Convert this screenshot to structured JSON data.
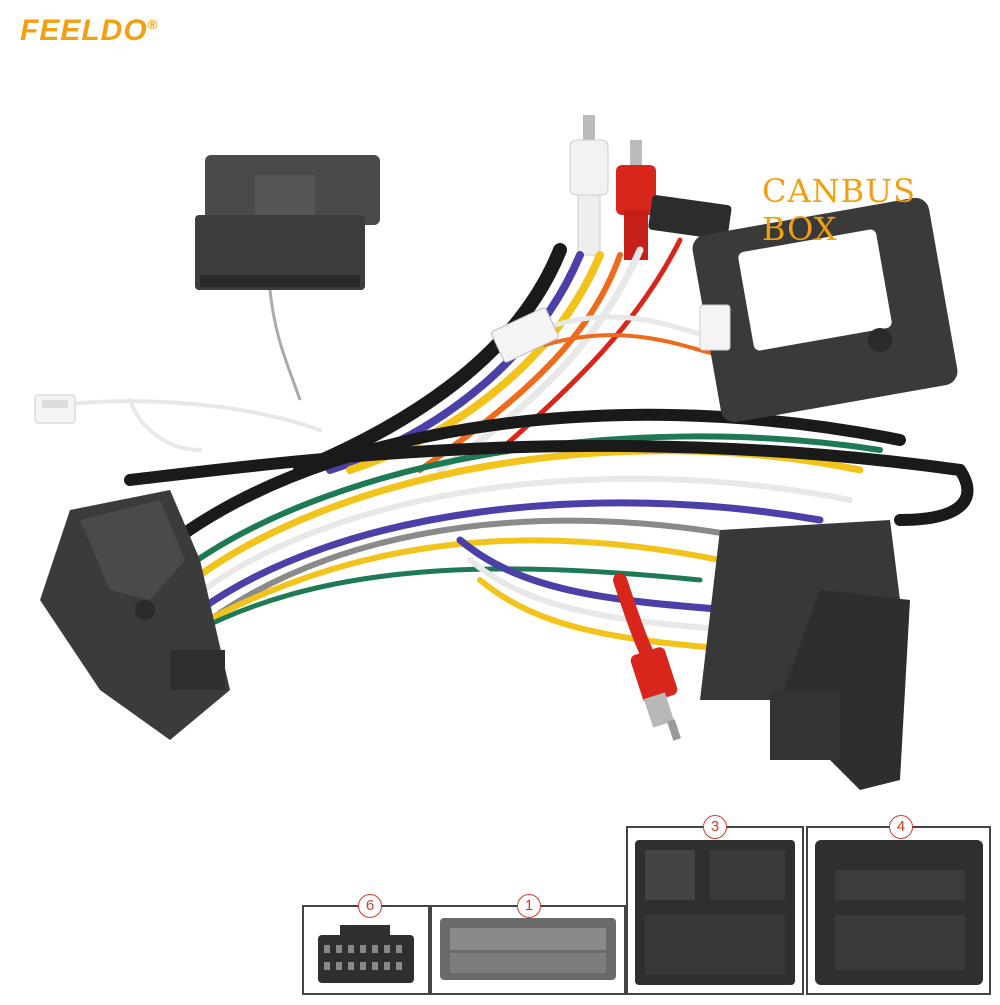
{
  "brand": {
    "name": "FEELDO",
    "trademark": "®",
    "color": "#f0a010"
  },
  "labels": {
    "canbus_box": "CANBUS BOX"
  },
  "connector_views": [
    {
      "number": "6"
    },
    {
      "number": "1"
    },
    {
      "number": "3"
    },
    {
      "number": "4"
    }
  ],
  "colors": {
    "accent": "#f0a010",
    "badge": "#d23b2b",
    "connector_plastic": "#3a3a3a",
    "wire_yellow": "#f2c31a",
    "wire_blue": "#4b3fa8",
    "wire_green": "#1e7a55",
    "wire_white": "#e8e8e8",
    "wire_black": "#1a1a1a",
    "wire_orange": "#ee6a1c",
    "rca_red": "#d8261c"
  }
}
